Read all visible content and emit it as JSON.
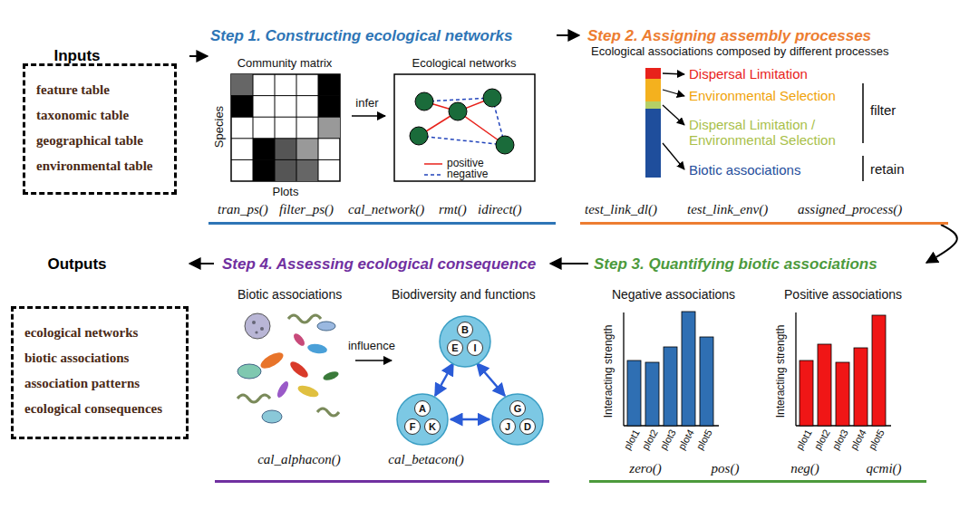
{
  "diagram": {
    "nodes": [
      {
        "text": [
          "Inputs",
          "feature table",
          "taxonomic table",
          "geographical table",
          "environmental table"
        ]
      },
      {
        "text": [
          "Step 1. Constructing ecological networks"
        ]
      },
      {
        "text": [
          "Step 2. Assigning assembly processes"
        ]
      },
      {
        "text": [
          "Outputs",
          "ecological networks",
          "biotic associations",
          "association patterns",
          "ecological consequences"
        ]
      },
      {
        "text": [
          "Step 4. Assessing ecological consequence"
        ]
      },
      {
        "text": [
          "Step 3. Quantifying biotic associations"
        ]
      }
    ],
    "edges": [
      {
        "from": 0,
        "to": 1,
        "arrow": "to"
      },
      {
        "from": 1,
        "to": 2,
        "arrow": "to"
      },
      {
        "from": 2,
        "to": 5,
        "arrow": "to"
      },
      {
        "from": 5,
        "to": 4,
        "arrow": "to"
      },
      {
        "from": 4,
        "to": 3,
        "arrow": "to"
      }
    ],
    "labels": [
      "Community matrix",
      "Ecological networks",
      "Species",
      "Plots",
      "infer",
      "tran_ps()",
      "filter_ps()",
      "cal_network()",
      "rmt()",
      "idirect()",
      "Ecological associations composed by different processes",
      "Dispersal Limitation",
      "Environmental Selection",
      "Dispersal Limitation / Environmental Selection",
      "Biotic associations",
      "filter",
      "retain",
      "test_link_dl()",
      "test_link_env()",
      "assigned_process()",
      "Biotic associations",
      "Biodiversity and functions",
      "influence",
      "B",
      "E",
      "I",
      "A",
      "F",
      "K",
      "G",
      "J",
      "D",
      "cal_alphacon()",
      "cal_betacon()",
      "Negative associations",
      "Positive associations",
      "Interacting strength",
      "plot1",
      "plot2",
      "plot3",
      "plot4",
      "plot5",
      "Interacting strength",
      "plot1",
      "plot2",
      "plot3",
      "plot4",
      "plot5",
      "zero()",
      "pos()",
      "neg()",
      "qcmi()"
    ],
    "legend": [
      {
        "text": "positive"
      },
      {
        "text": "negative"
      }
    ]
  }
}
